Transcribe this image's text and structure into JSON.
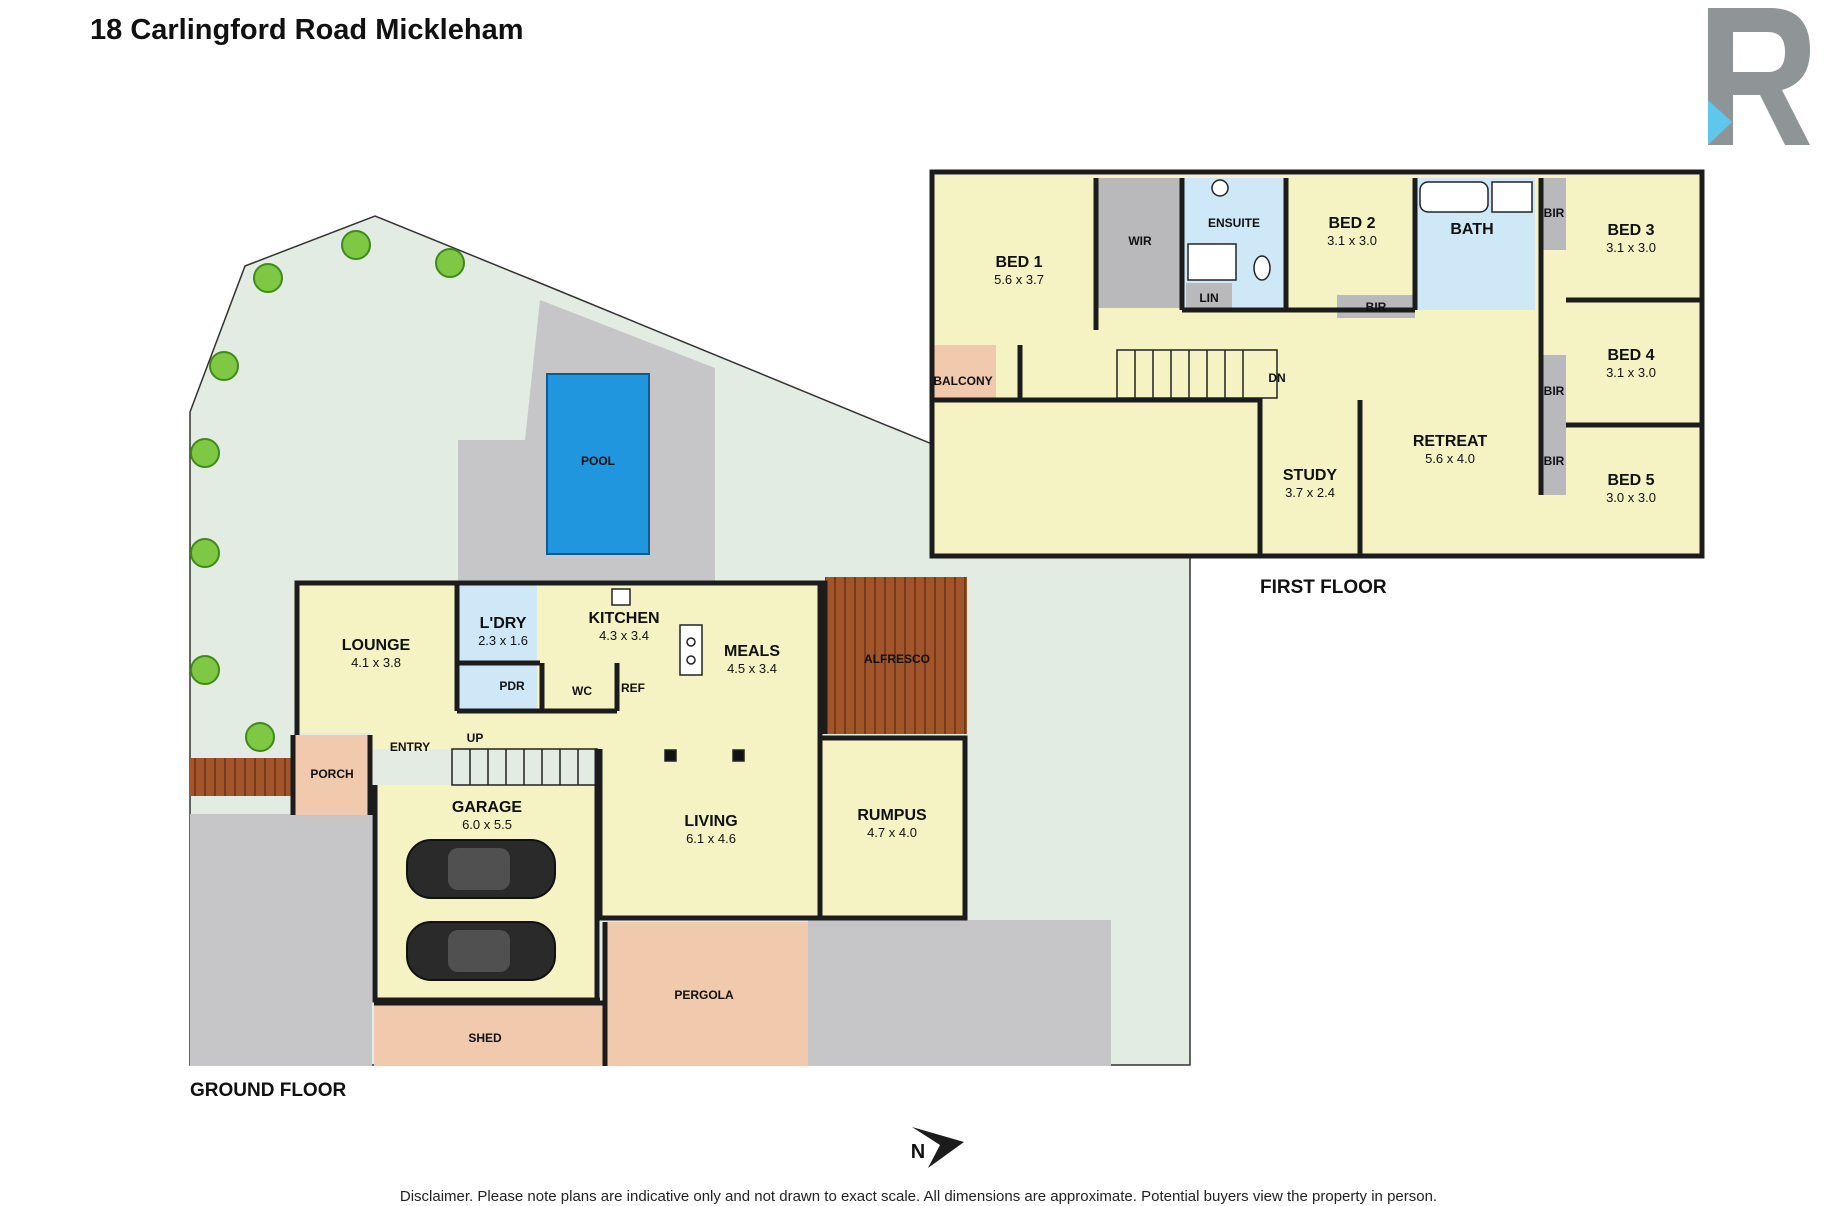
{
  "title": "18 Carlingford Road Mickleham",
  "disclaimer": "Disclaimer. Please note plans are indicative only and not drawn to exact scale. All dimensions are approximate. Potential buyers view the property in person.",
  "compass_label": "N",
  "floors": {
    "ground": "GROUND FLOOR",
    "first": "FIRST FLOOR"
  },
  "ground_floor": {
    "pool": "POOL",
    "lounge": {
      "name": "LOUNGE",
      "dims": "4.1 x 3.8"
    },
    "laundry": {
      "name": "L'DRY",
      "dims": "2.3 x 1.6"
    },
    "kitchen": {
      "name": "KITCHEN",
      "dims": "4.3 x 3.4"
    },
    "meals": {
      "name": "MEALS",
      "dims": "4.5 x 3.4"
    },
    "alfresco": "ALFRESCO",
    "pdr": "PDR",
    "wc": "WC",
    "ref": "REF",
    "entry": "ENTRY",
    "up": "UP",
    "porch": "PORCH",
    "garage": {
      "name": "GARAGE",
      "dims": "6.0 x 5.5"
    },
    "living": {
      "name": "LIVING",
      "dims": "6.1 x 4.6"
    },
    "rumpus": {
      "name": "RUMPUS",
      "dims": "4.7 x 4.0"
    },
    "pergola": "PERGOLA",
    "shed": "SHED"
  },
  "first_floor": {
    "bed1": {
      "name": "BED 1",
      "dims": "5.6 x 3.7"
    },
    "wir": "WIR",
    "ensuite": "ENSUITE",
    "lin": "LIN",
    "bed2": {
      "name": "BED 2",
      "dims": "3.1 x 3.0"
    },
    "bir": "BIR",
    "bath": "BATH",
    "bed3": {
      "name": "BED 3",
      "dims": "3.1 x 3.0"
    },
    "bed4": {
      "name": "BED 4",
      "dims": "3.1 x 3.0"
    },
    "bed5": {
      "name": "BED 5",
      "dims": "3.0 x 3.0"
    },
    "balcony": "BALCONY",
    "dn": "DN",
    "study": {
      "name": "STUDY",
      "dims": "3.7 x 2.4"
    },
    "retreat": {
      "name": "RETREAT",
      "dims": "5.6 x 4.0"
    }
  },
  "colors": {
    "room": "#f5f2c4",
    "wet": "#cfe8f7",
    "grass": "#e3ece2",
    "paving": "#c6c6c8",
    "pool": "#1f96dd",
    "deck": "#a0552a",
    "porch": "#f1c9ac",
    "wir": "#b9b9bb",
    "tree": "#7ec843",
    "wall": "#1c1c1c",
    "logo_grey": "#8f9496",
    "logo_blue": "#5fc6ec"
  }
}
